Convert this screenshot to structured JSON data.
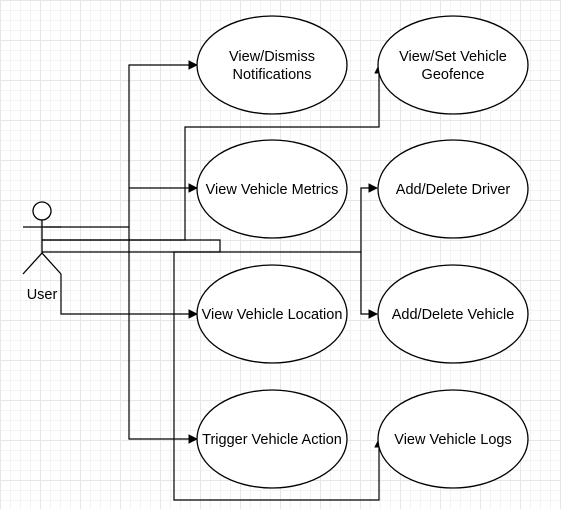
{
  "diagram": {
    "actor": {
      "label": "User"
    },
    "use_cases": [
      {
        "id": "notifications",
        "lines": [
          "View/Dismiss",
          "Notifications"
        ]
      },
      {
        "id": "geofence",
        "lines": [
          "View/Set Vehicle",
          "Geofence"
        ]
      },
      {
        "id": "metrics",
        "lines": [
          "View Vehicle Metrics"
        ]
      },
      {
        "id": "driver",
        "lines": [
          "Add/Delete Driver"
        ]
      },
      {
        "id": "location",
        "lines": [
          "View Vehicle Location"
        ]
      },
      {
        "id": "vehicle",
        "lines": [
          "Add/Delete Vehicle"
        ]
      },
      {
        "id": "action",
        "lines": [
          "Trigger Vehicle Action"
        ]
      },
      {
        "id": "logs",
        "lines": [
          "View Vehicle Logs"
        ]
      }
    ],
    "colors": {
      "line": "#000000",
      "fill": "#ffffff",
      "grid": "#e6e6e6"
    }
  }
}
